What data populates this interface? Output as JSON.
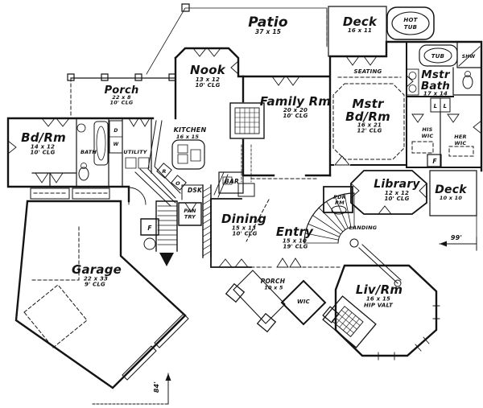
{
  "plan": {
    "colors": {
      "ink": "#141414",
      "paper": "#ffffff"
    },
    "rooms": {
      "patio": {
        "name": "Patio",
        "dim": "37 x 15"
      },
      "deck_top": {
        "name": "Deck",
        "dim": "16 x 11"
      },
      "hot_tub": {
        "line1": "HOT",
        "line2": "TUB"
      },
      "nook": {
        "name": "Nook",
        "dim": "13 x 12",
        "clg": "10' CLG"
      },
      "porch_top": {
        "name": "Porch",
        "dim": "22 x 8",
        "clg": "10' CLG"
      },
      "family": {
        "name": "Family Rm",
        "dim": "20 x 20",
        "clg": "10' CLG"
      },
      "seating": {
        "name": "SEATING"
      },
      "mstr_bed": {
        "name1": "Mstr",
        "name2": "Bd/Rm",
        "dim": "16 x 21",
        "clg": "12' CLG"
      },
      "mstr_bath": {
        "name1": "Mstr",
        "name2": "Bath",
        "dim": "17 x 14"
      },
      "tub": {
        "name": "TUB"
      },
      "shw": {
        "name": "SHW"
      },
      "his_wic": {
        "line1": "HIS",
        "line2": "WIC"
      },
      "her_wic": {
        "line1": "HER",
        "line2": "WIC"
      },
      "linen1": {
        "name": "L"
      },
      "linen2": {
        "name": "L"
      },
      "f_right": {
        "name": "F"
      },
      "library": {
        "name": "Library",
        "dim": "12 x 12",
        "clg": "10' CLG"
      },
      "deck_right": {
        "name": "Deck",
        "dim": "10 x 10"
      },
      "bdrm": {
        "name": "Bd/Rm",
        "dim": "14 x 12",
        "clg": "10' CLG"
      },
      "bath": {
        "name": "BATH"
      },
      "dryer": {
        "name": "D"
      },
      "washer": {
        "name": "W"
      },
      "utility": {
        "name": "UTILITY"
      },
      "kitchen": {
        "name": "KITCHEN",
        "dim": "16 x 15"
      },
      "range": {
        "name": "R"
      },
      "oven": {
        "name": "O"
      },
      "dsk": {
        "name": "DSK"
      },
      "bar": {
        "name": "BAR"
      },
      "pantry": {
        "line1": "PAN",
        "line2": "TRY"
      },
      "dining": {
        "name": "Dining",
        "dim": "15 x 13",
        "clg": "10' CLG"
      },
      "entry": {
        "name": "Entry",
        "dim": "15 x 10",
        "clg": "19' CLG"
      },
      "pdr": {
        "line1": "PDR",
        "line2": "RM"
      },
      "landing": {
        "name": "LANDING"
      },
      "porch_bottom": {
        "name": "PORCH",
        "dim": "10 x 5"
      },
      "wic": {
        "name": "WIC"
      },
      "livrm": {
        "name": "Liv/Rm",
        "dim": "16 x 15",
        "clg": "HIP VALT"
      },
      "garage": {
        "name": "Garage",
        "dim": "22 x 33",
        "clg": "9' CLG"
      },
      "f_left": {
        "name": "F"
      }
    },
    "dimensions": {
      "width": "99'",
      "depth": "84'"
    }
  }
}
